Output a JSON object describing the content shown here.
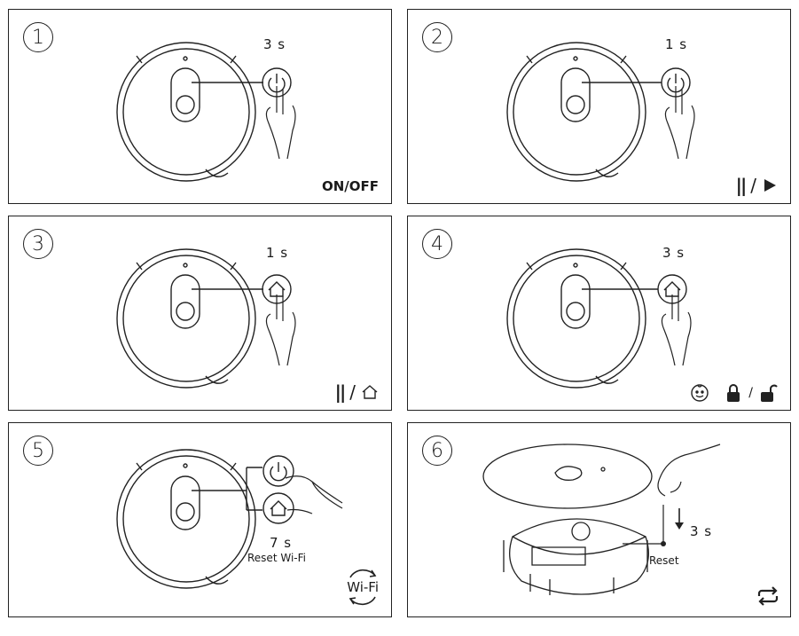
{
  "panels": [
    {
      "number": "1",
      "duration": "3 s",
      "button": "power-icon",
      "label": "ON/OFF"
    },
    {
      "number": "2",
      "duration": "1 s",
      "button": "power-icon",
      "label": ""
    },
    {
      "number": "3",
      "duration": "1 s",
      "button": "home-icon",
      "label": ""
    },
    {
      "number": "4",
      "duration": "3 s",
      "button": "home-icon",
      "label": ""
    },
    {
      "number": "5",
      "duration": "7 s",
      "caption": "Reset Wi-Fi",
      "wifi_label": "Wi-Fi",
      "button": "power-icon+home-icon"
    },
    {
      "number": "6",
      "duration": "3 s",
      "caption": "Reset"
    }
  ],
  "symbols": {
    "pause": "||",
    "slash": "/"
  },
  "colors": {
    "line": "#222222",
    "background": "#ffffff"
  }
}
